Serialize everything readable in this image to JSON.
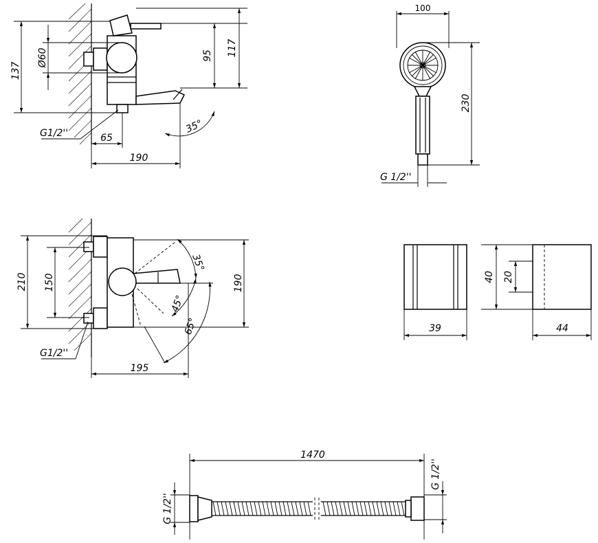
{
  "side_view": {
    "dim_137": "137",
    "dim_d60": "Ø60",
    "dim_95": "95",
    "dim_117": "117",
    "dim_65": "65",
    "dim_190": "190",
    "angle_35": "35°",
    "thread_label": "G1/2''"
  },
  "hand_shower": {
    "dim_100": "100",
    "dim_230": "230",
    "thread_label": "G 1/2''"
  },
  "top_view": {
    "dim_210": "210",
    "dim_150": "150",
    "dim_190": "190",
    "dim_195": "195",
    "angle_35": "35°",
    "angle_45": "45°",
    "angle_65": "65°",
    "thread_label": "G1/2''"
  },
  "holder_front": {
    "dim_39": "39"
  },
  "holder_side": {
    "dim_40": "40",
    "dim_20": "20",
    "dim_44": "44"
  },
  "hose": {
    "dim_1470": "1470",
    "thread_left": "G 1/2''",
    "thread_right": "G 1/2''"
  }
}
